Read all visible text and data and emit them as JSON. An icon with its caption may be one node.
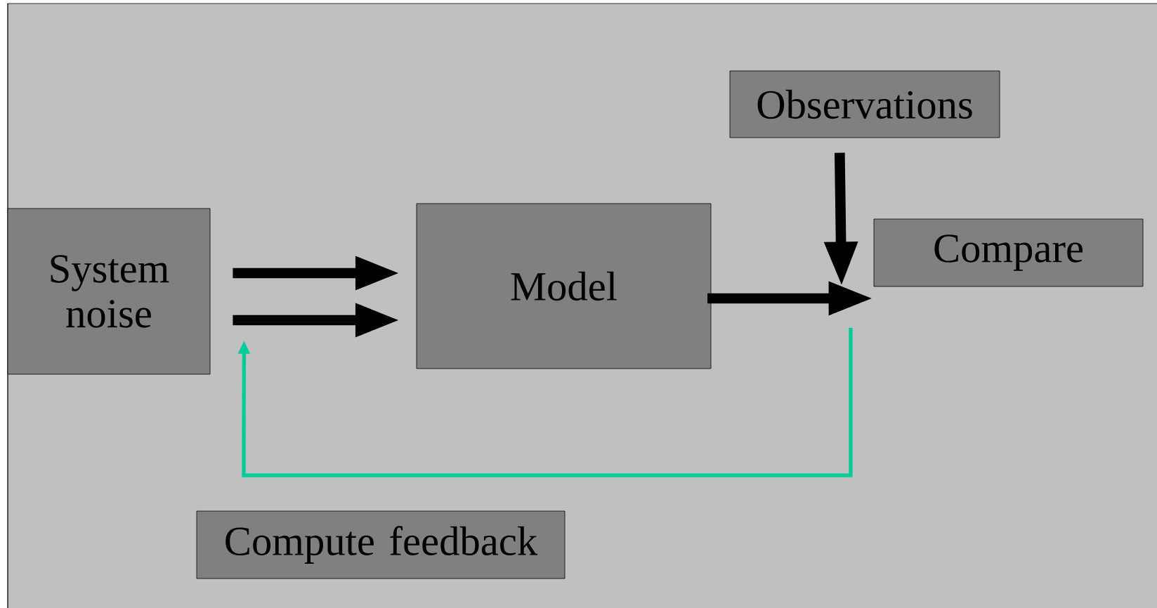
{
  "diagram": {
    "nodes": [
      {
        "text": [
          "System noise"
        ]
      },
      {
        "text": [
          "Model"
        ]
      },
      {
        "text": [
          "Observations"
        ]
      },
      {
        "text": [
          "Compare"
        ]
      },
      {
        "text": [
          "Compute feedback"
        ]
      }
    ],
    "edges": [
      {
        "from": 0,
        "to": 1,
        "arrow": "to"
      },
      {
        "from": 0,
        "to": 1,
        "arrow": "to"
      },
      {
        "from": 1,
        "to": 3,
        "arrow": "to"
      },
      {
        "from": 2,
        "to": 3,
        "arrow": "to"
      },
      {
        "from": 3,
        "to": 0,
        "arrow": "to",
        "color": "#00cc99"
      }
    ]
  }
}
